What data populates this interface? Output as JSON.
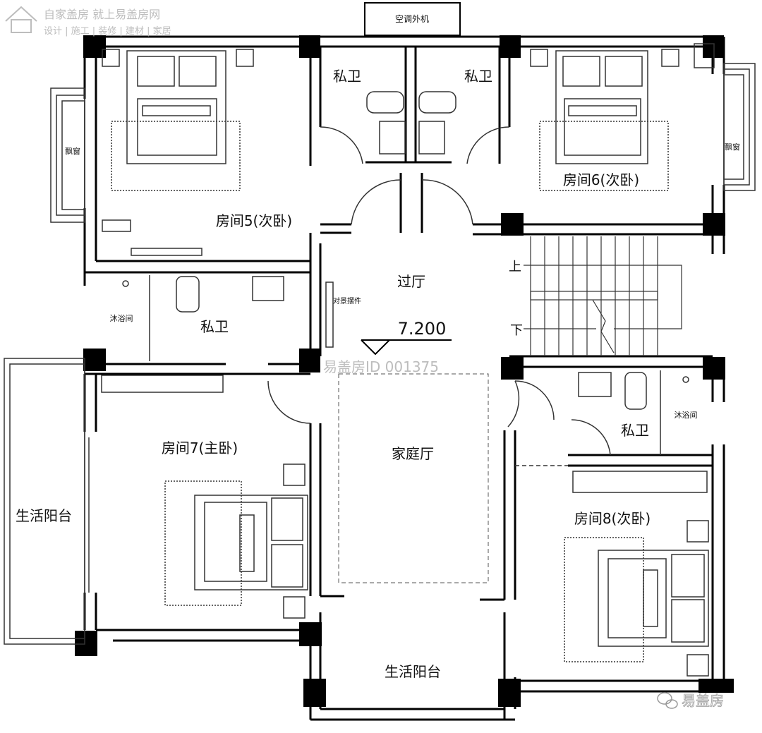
{
  "watermark": {
    "brand_line": "自家盖房 就上易盖房网",
    "services_line": "设计 | 施工 | 装修 | 建材 | 家居",
    "center_id": "易盖房ID 001375",
    "corner_brand": "易盖房"
  },
  "labels": {
    "ac_unit": "空调外机",
    "bath_tl": "私卫",
    "bath_tr": "私卫",
    "bay_left": "飘窗",
    "bay_right": "飘窗",
    "room5": "房间5(次卧)",
    "room6": "房间6(次卧)",
    "bath_left": "私卫",
    "shower_left": "沐浴间",
    "hall": "过厅",
    "feature": "对景摆件",
    "elevation": "7.200",
    "stair_up": "上",
    "stair_down": "下",
    "bath_right": "私卫",
    "shower_right": "沐浴间",
    "room7": "房间7(主卧)",
    "family_hall": "家庭厅",
    "room8": "房间8(次卧)",
    "balcony_left": "生活阳台",
    "balcony_bottom": "生活阳台"
  },
  "colors": {
    "wall": "#000000",
    "line": "#222222",
    "watermark": "#bdbdbd"
  }
}
